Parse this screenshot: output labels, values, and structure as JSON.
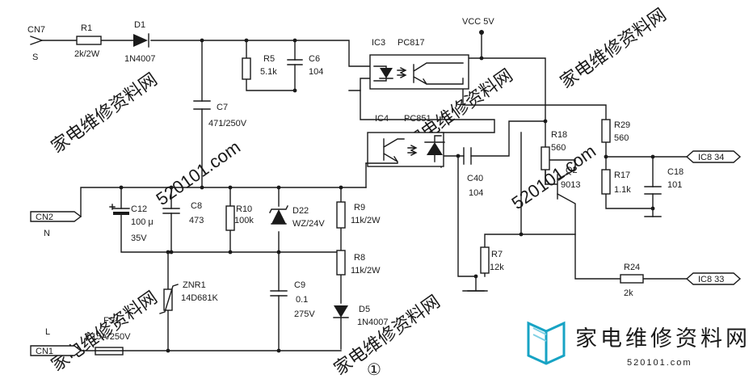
{
  "colors": {
    "line": "#1a1a1a",
    "watermark": "#c9c9c9",
    "logo": "#17a3c4"
  },
  "labels": {
    "cn7": "CN7",
    "s": "S",
    "r1": "R1",
    "r1_val": "2k/2W",
    "d1": "D1",
    "d1_val": "1N4007",
    "vcc": "VCC 5V",
    "ic3": "IC3",
    "pc817": "PC817",
    "r5": "R5",
    "r5_val": "5.1k",
    "c6": "C6",
    "c6_val": "104",
    "c7": "C7",
    "c7_val": "471/250V",
    "ic4": "IC4",
    "pc851": "PC851",
    "r18": "R18",
    "r18_val": "560",
    "r29": "R29",
    "r29_val": "560",
    "ic8_34": "IC8 34",
    "r17": "R17",
    "r17_val": "1.1k",
    "c18": "C18",
    "c18_val": "101",
    "c40": "C40",
    "c40_val": "104",
    "q2": "Q2",
    "q2_val": "9013",
    "cn2": "CN2",
    "n": "N",
    "c12": "C12",
    "c12_val": "100 μ",
    "c12_volt": "35V",
    "c8": "C8",
    "c8_val": "473",
    "r10": "R10",
    "r10_val": "100k",
    "d22": "D22",
    "d22_val": "WZ/24V",
    "r9": "R9",
    "r9_val": "11k/2W",
    "r8": "R8",
    "r8_val": "11k/2W",
    "r7": "R7",
    "r7_val": "12k",
    "r24": "R24",
    "r24_val": "2k",
    "ic8_33": "IC8 33",
    "znr1": "ZNR1",
    "znr1_val": "14D681K",
    "c9": "C9",
    "c9_val": "0.1",
    "c9_volt": "275V",
    "d5": "D5",
    "d5_val": "1N4007",
    "l": "L",
    "fs1": "FS1",
    "fs1_val": "3.15A/250V",
    "cn1": "CN1",
    "fig": "①"
  },
  "watermark": {
    "cn": "家电维修资料网",
    "url": "520101.com"
  },
  "logo": {
    "text": "家电维修资料网",
    "url": "520101.com"
  }
}
